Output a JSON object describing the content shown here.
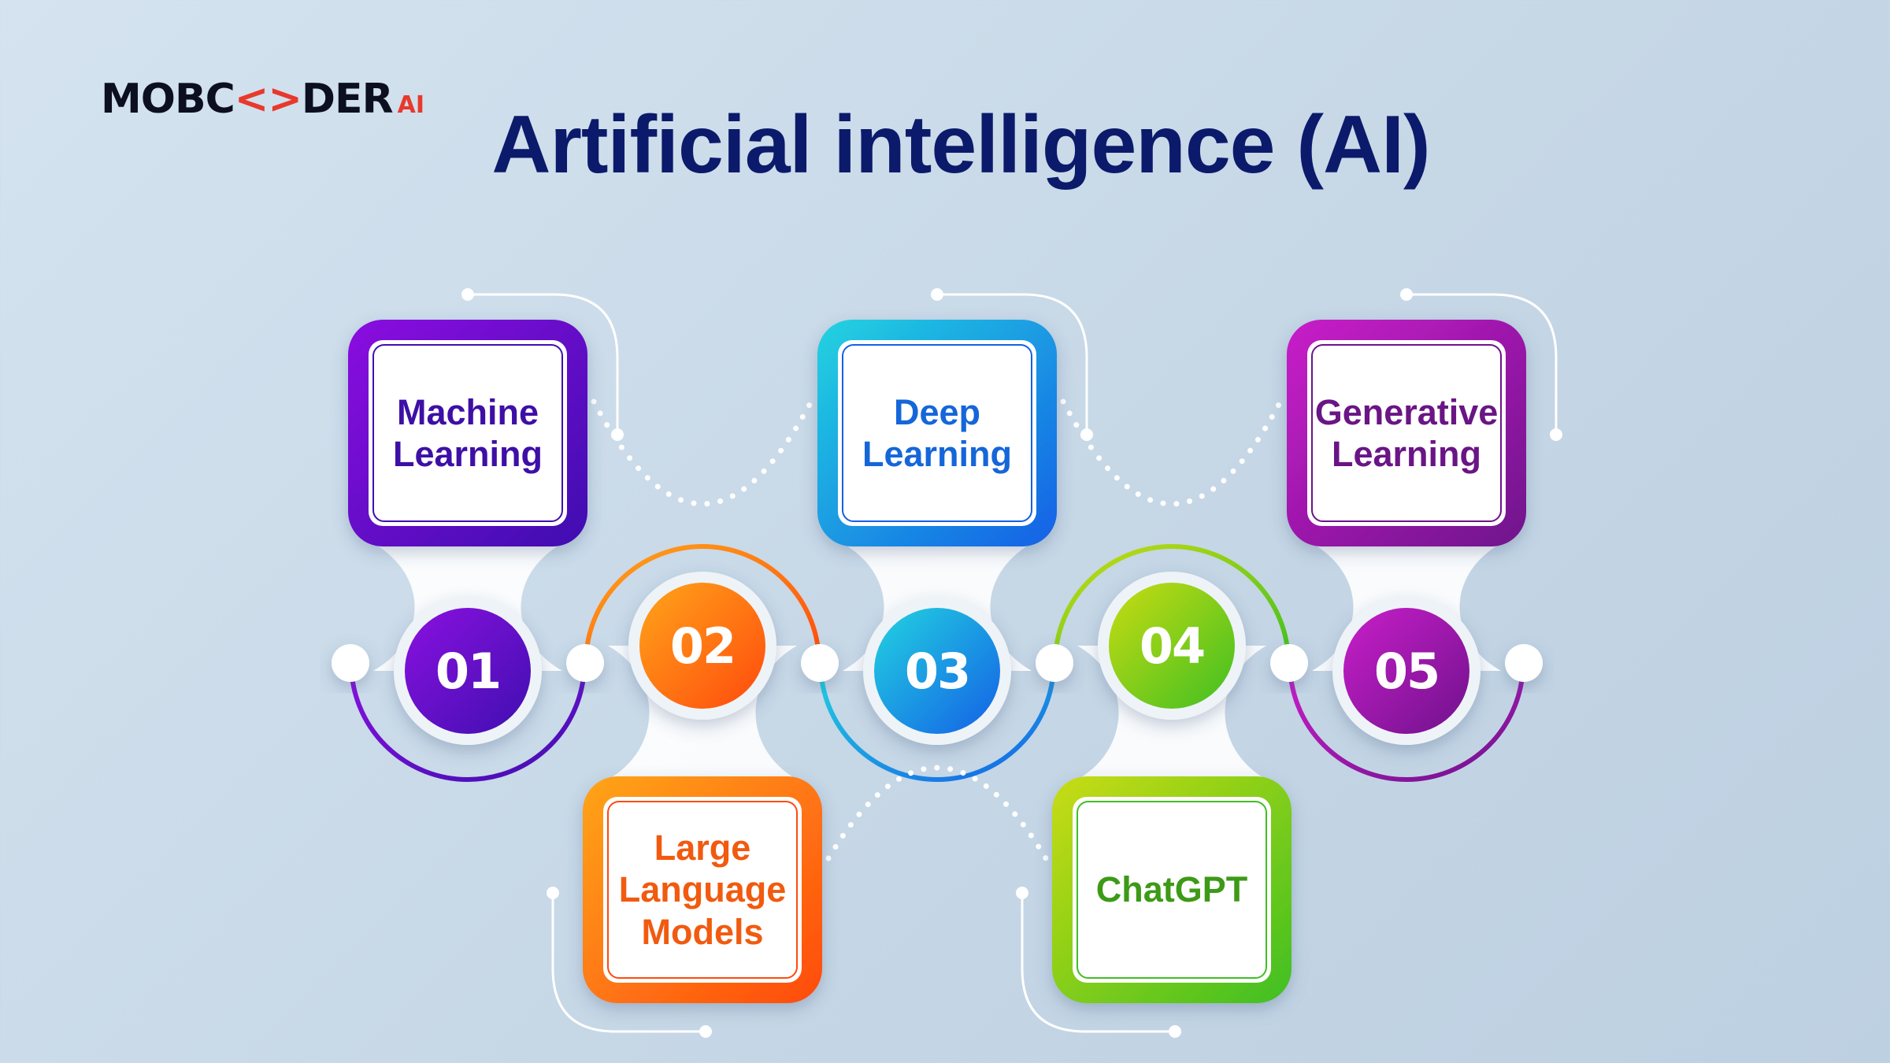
{
  "brand": {
    "logo_text_1": "MOBC",
    "logo_brackets": "<>",
    "logo_text_2": "DER",
    "logo_suffix": "AI"
  },
  "title": "Artificial intelligence (AI)",
  "steps": [
    {
      "number": "01",
      "label": "Machine\nLearning",
      "color_start": "#8b10e0",
      "color_end": "#3f0fb0",
      "text_color": "#3e0fa6"
    },
    {
      "number": "02",
      "label": "Large\nLanguage\nModels",
      "color_start": "#ffa51a",
      "color_end": "#ff4a0d",
      "text_color": "#f15a0f"
    },
    {
      "number": "03",
      "label": "Deep\nLearning",
      "color_start": "#22d3e0",
      "color_end": "#1460e6",
      "text_color": "#1566d9"
    },
    {
      "number": "04",
      "label": "ChatGPT",
      "color_start": "#c9dc12",
      "color_end": "#3fbf22",
      "text_color": "#3d9a17"
    },
    {
      "number": "05",
      "label": "Generative\nLearning",
      "color_start": "#c91ec9",
      "color_end": "#6f128c",
      "text_color": "#6a1585"
    }
  ]
}
